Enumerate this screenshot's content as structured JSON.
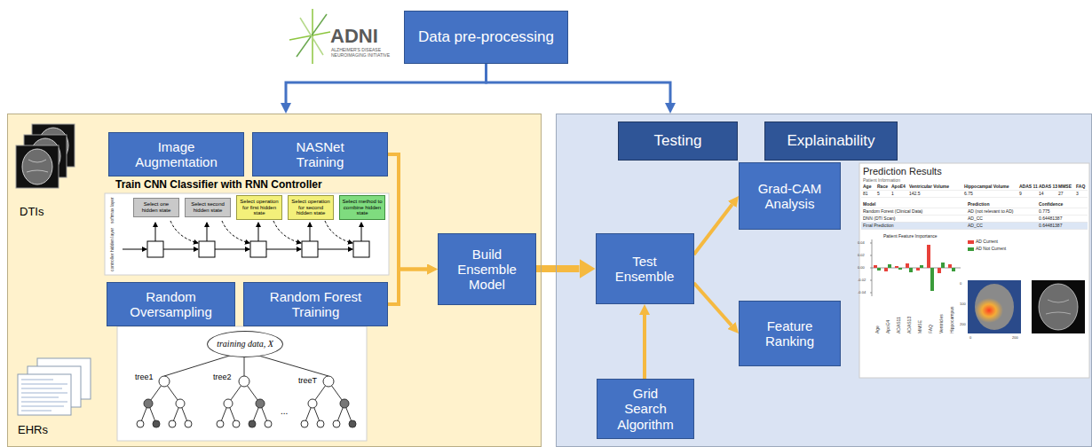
{
  "diagram": {
    "nodes": [
      {
        "text": [
          "Data pre-processing"
        ]
      },
      {
        "text": []
      },
      {
        "text": [
          "Image Augmentation"
        ],
        "in": 1
      },
      {
        "text": [
          "NASNet Training"
        ],
        "in": 1
      },
      {
        "text": [
          "Select one hidden state"
        ],
        "in": 1
      },
      {
        "text": [
          "Select second hidden state"
        ],
        "in": 1
      },
      {
        "text": [
          "Select operation for first hidden state"
        ],
        "in": 1
      },
      {
        "text": [
          "Select operation for second hidden state"
        ],
        "in": 1
      },
      {
        "text": [
          "Select method to combine hidden state"
        ],
        "in": 1
      },
      {
        "text": [
          "Random Oversampling"
        ],
        "in": 1
      },
      {
        "text": [
          "Random Forest Training"
        ],
        "in": 1
      },
      {
        "text": [
          "training data, X"
        ],
        "in": 1
      },
      {
        "text": [
          "Build Ensemble Model"
        ],
        "in": 1
      },
      {
        "text": []
      },
      {
        "text": [
          "Testing"
        ],
        "in": 13
      },
      {
        "text": [
          "Explainability"
        ],
        "in": 13
      },
      {
        "text": [
          "Test Ensemble"
        ],
        "in": 13
      },
      {
        "text": [
          "Grad-CAM Analysis"
        ],
        "in": 13
      },
      {
        "text": [
          "Feature Ranking"
        ],
        "in": 13
      },
      {
        "text": [
          "Grid Search Algorithm"
        ],
        "in": 13
      }
    ],
    "edges": [
      {
        "from": 0,
        "to": 1,
        "arrow": "to"
      },
      {
        "from": 0,
        "to": 13,
        "arrow": "to"
      },
      {
        "from": 3,
        "to": 12,
        "arrow": "to"
      },
      {
        "from": 10,
        "to": 12,
        "arrow": "to"
      },
      {
        "from": 12,
        "to": 16,
        "arrow": "to"
      },
      {
        "from": 16,
        "to": 17,
        "arrow": "to"
      },
      {
        "from": 16,
        "to": 18,
        "arrow": "to"
      },
      {
        "from": 19,
        "to": 16,
        "arrow": "to"
      }
    ],
    "labels": [
      "ADNI",
      "ALZHEIMER'S DISEASE",
      "NEUROIMAGING INITIATIVE",
      "Train CNN Classifier with RNN Controller",
      "softmax layer",
      "controller hidden layer",
      "DTIs",
      "EHRs",
      "tree1",
      "tree2",
      "treeT",
      "...",
      "Prediction Results",
      "Patient Information",
      "Age",
      "Race",
      "ApoE4",
      "Ventricular Volume",
      "Hippocampal Volume",
      "ADAS 11",
      "ADAS 13",
      "MMSE",
      "FAQ",
      "81",
      "5",
      "1",
      "142.5",
      "6.75",
      "9",
      "14",
      "27",
      "3",
      "Model",
      "Prediction",
      "Confidence",
      "Random Forest (Clinical Data)",
      "AD (not relevant to AD)",
      "0.775",
      "DNN (DTI Scan)",
      "AD_CC",
      "0.64481387",
      "Final Prediction",
      "AD_CC",
      "0.64481387",
      "Patient Feature Importance",
      "0.04",
      "0.02",
      "0.00",
      "-0.02",
      "-0.04",
      "Age",
      "ApoE4",
      "ADAS11",
      "ADAS13",
      "MMSE",
      "FAQ",
      "Ventricles",
      "Hippocampus",
      "0",
      "100",
      "200",
      "0",
      "200"
    ],
    "legend": [
      {
        "text": "AD Current",
        "color": "#e8413a"
      },
      {
        "text": "AD Not Current",
        "color": "#3a9b3a"
      }
    ]
  }
}
